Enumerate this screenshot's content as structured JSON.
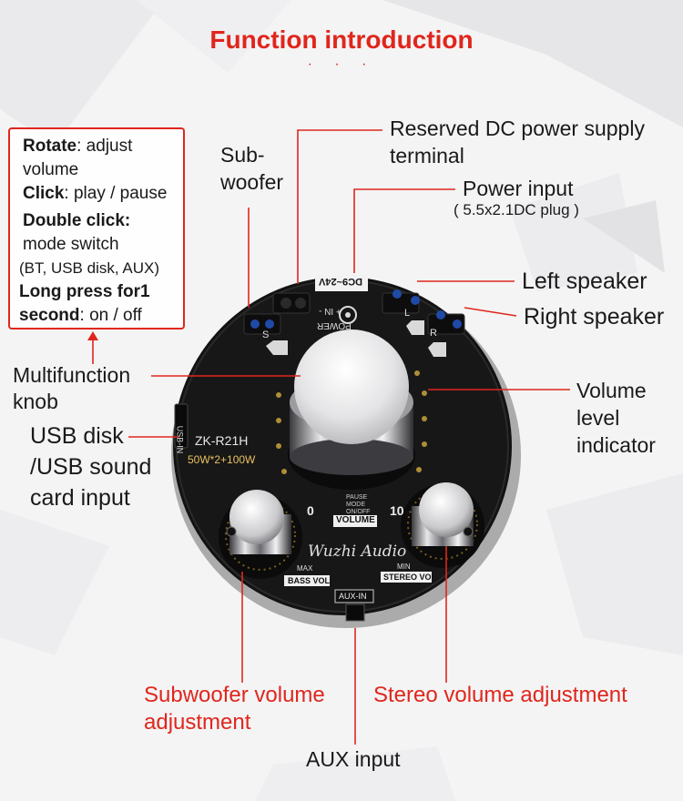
{
  "title": "Function introduction",
  "dots": "· · ·",
  "info_box": {
    "rotate_key": "Rotate",
    "rotate_val": ": adjust",
    "rotate_val2": "volume",
    "click_key": "Click",
    "click_val": ": play / pause",
    "dbl_key": "Double click",
    "dbl_colon": ":",
    "dbl_val": "mode switch",
    "dbl_val2": "(BT, USB disk, AUX)",
    "long_key": "Long press for1",
    "long_key2": "second",
    "long_val": ": on / off"
  },
  "labels": {
    "reserved_dc_1": "Reserved DC power supply",
    "reserved_dc_2": "terminal",
    "subwoofer_1": "Sub-",
    "subwoofer_2": "woofer",
    "power_input": "Power input",
    "power_input_sub": "( 5.5x2.1DC plug )",
    "left_speaker": "Left speaker",
    "right_speaker": "Right speaker",
    "multifunction_1": "Multifunction",
    "multifunction_2": "knob",
    "volume_level_1": "Volume",
    "volume_level_2": "level",
    "volume_level_3": "indicator",
    "usb_1": "USB disk",
    "usb_2": "/USB sound",
    "usb_3": "card input",
    "sub_vol_1": "Subwoofer volume",
    "sub_vol_2": "adjustment",
    "stereo_vol": "Stereo volume adjustment",
    "aux_input": "AUX input"
  },
  "board": {
    "model": "ZK-R21H",
    "spec": "50W*2+100W",
    "dc_range": "DC9~24V",
    "power": "POWER",
    "plus_in": "+ IN -",
    "brand": "Wuzhi Audio",
    "scale_min": "0",
    "scale_max": "10",
    "volume": "VOLUME",
    "modes": [
      "PAUSE",
      "MODE",
      "ON/OFF"
    ],
    "bass_vol": "BASS VOL",
    "stereo_vol": "STEREO VOL",
    "max": "MAX",
    "min": "MIN",
    "aux_in": "AUX-IN",
    "usb_in": "USB-IN",
    "ch_s": "S",
    "ch_l": "L",
    "ch_r": "R"
  },
  "colors": {
    "accent": "#e0261c",
    "board": "#121212"
  }
}
